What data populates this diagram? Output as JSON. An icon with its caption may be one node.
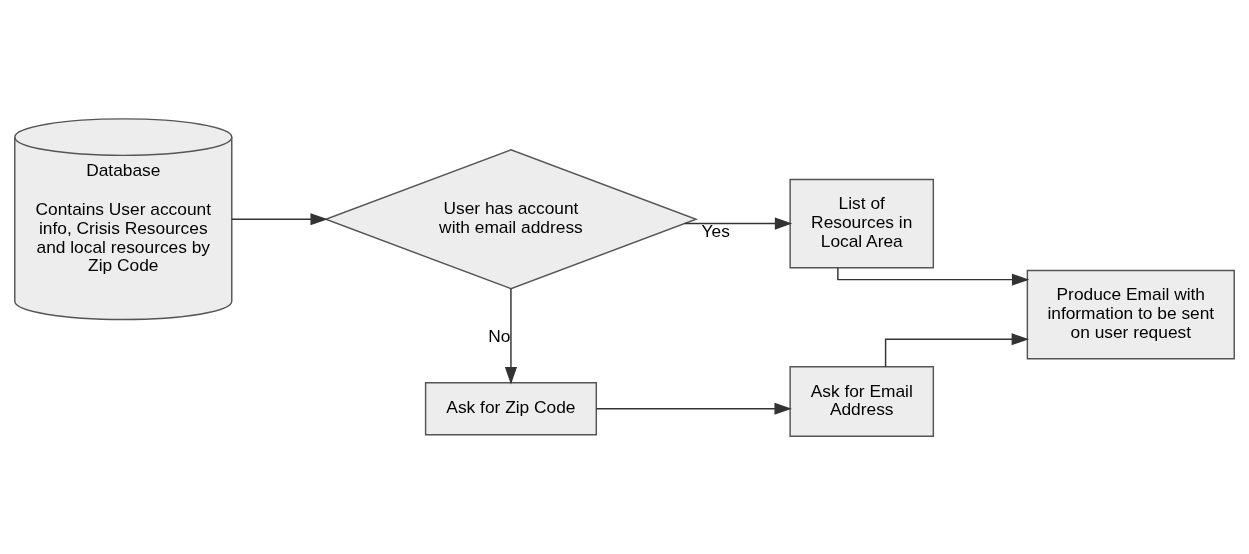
{
  "diagram": {
    "nodes": [
      {
        "text": [
          "Database",
          "Contains User account info, Crisis Resources and local resources by Zip Code"
        ]
      },
      {
        "text": [
          "User has account with email address"
        ]
      },
      {
        "text": [
          "List of Resources in Local Area"
        ]
      },
      {
        "text": [
          "Produce Email with information to be sent on user request"
        ]
      },
      {
        "text": [
          "Ask for Zip Code"
        ]
      },
      {
        "text": [
          "Ask for Email Address"
        ]
      }
    ],
    "edges": [
      {
        "from": 0,
        "to": 1,
        "arrow": "to"
      },
      {
        "from": 1,
        "to": 2,
        "arrow": "to",
        "label": "Yes"
      },
      {
        "from": 2,
        "to": 3,
        "arrow": "to"
      },
      {
        "from": 1,
        "to": 4,
        "arrow": "to",
        "label": "No"
      },
      {
        "from": 4,
        "to": 5,
        "arrow": "to"
      },
      {
        "from": 5,
        "to": 3,
        "arrow": "to"
      }
    ]
  }
}
